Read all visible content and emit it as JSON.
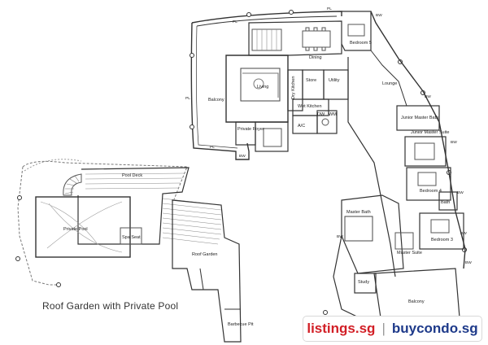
{
  "caption": "Roof Garden with Private Pool",
  "logo": {
    "left": "listings.sg",
    "separator": "|",
    "right": "buycondo.sg",
    "left_color": "#d21f26",
    "right_color": "#1e3a8a"
  },
  "roof": {
    "pool_deck": "Pool Deck",
    "private_pool": "Private Pool",
    "spa_seat": "Spa Seat",
    "roof_garden": "Roof Garden",
    "barbecue_pit": "Barbecue Pit"
  },
  "main": {
    "pl": "PL",
    "bw": "BW",
    "balcony": "Balcony",
    "living": "Living",
    "dining": "Dining",
    "private_foyer": "Private Foyer",
    "wet_kitchen": "Wet Kitchen",
    "dry_kitchen": "Dry Kitchen",
    "store": "Store",
    "utility": "Utility",
    "ac": "A/C",
    "dw": "DW",
    "wm": "WM",
    "lounge": "Lounge",
    "junior_bath": "Junior Master Bath",
    "junior_suite": "Junior Master Suite",
    "bedroom4": "Bedroom 4",
    "bath": "Bath",
    "bedroom3": "Bedroom 3",
    "master_bath": "Master Bath",
    "master_suite": "Master Suite",
    "study": "Study",
    "bedroom_small": "Bedroom 5"
  }
}
